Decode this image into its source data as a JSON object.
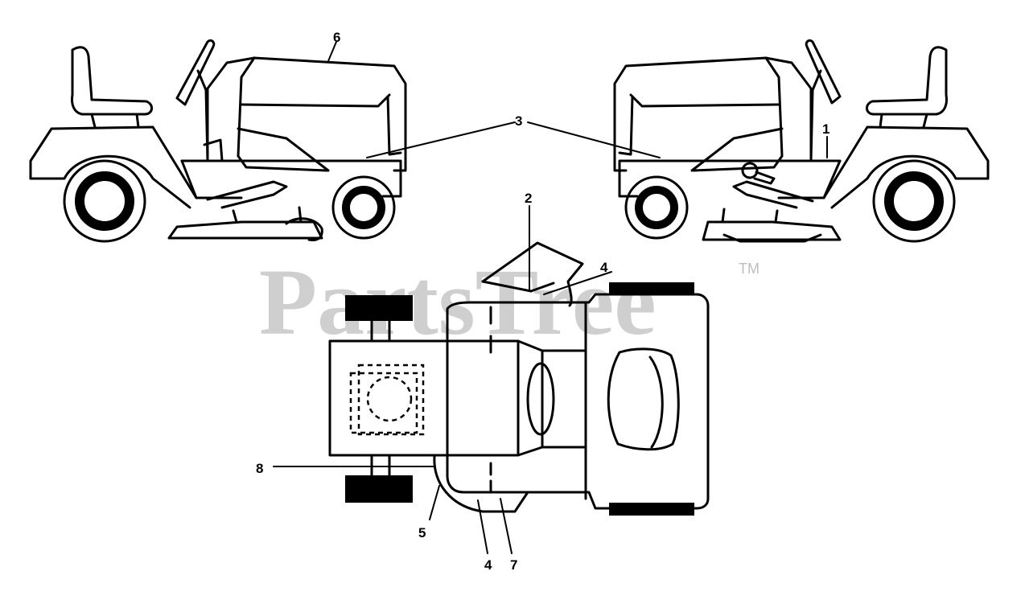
{
  "watermark": {
    "text": "PartsTree",
    "trademark": "TM"
  },
  "callouts": [
    {
      "id": "6-left",
      "label": "6"
    },
    {
      "id": "3",
      "label": "3"
    },
    {
      "id": "1",
      "label": "1"
    },
    {
      "id": "2",
      "label": "2"
    },
    {
      "id": "4-top",
      "label": "4"
    },
    {
      "id": "8",
      "label": "8"
    },
    {
      "id": "5",
      "label": "5"
    },
    {
      "id": "4-bottom",
      "label": "4"
    },
    {
      "id": "7",
      "label": "7"
    }
  ]
}
